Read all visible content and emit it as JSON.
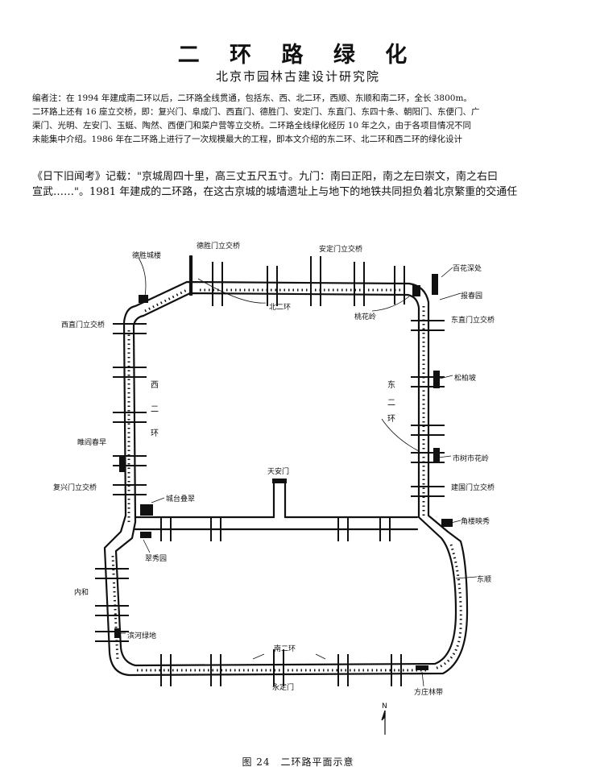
{
  "title": "二 环 路 绿 化",
  "subtitle": "北京市园林古建设计研究院",
  "editor_note_lines": [
    "编者注：在 1994 年建成南二环以后，二环路全线贯通，包括东、西、北二环，西顺、东顺和南二环，全长 3800m。",
    "二环路上还有 16 座立交桥，即：复兴门、阜成门、西直门、德胜门、安定门、东直门、东四十条、朝阳门、东便门、广",
    "渠门、光明、左安门、玉蜓、陶然、西便门和菜户营等立交桥。二环路全线绿化经历 10 年之久，由于各项目情况不同",
    "未能集中介绍。1986 年在二环路上进行了一次规模最大的工程，即本文介绍的东二环、北二环和西二环的绿化设计"
  ],
  "body_lines": [
    "《日下旧闻考》记载：\"京城周四十里，高三丈五尺五寸。九门：南曰正阳，南之左曰崇文，南之右曰",
    "宣武……\"。1981 年建成的二环路，在这古京城的城墙遗址上与地下的地铁共同担负着北京繁重的交通任"
  ],
  "map_labels": {
    "xizhi_chenghu": "德胜城楼",
    "deshengmen": "德胜门立交桥",
    "andingmen": "安定门立交桥",
    "baihua": "百花深处",
    "bei_erhuan": "北二环",
    "taohualing": "桃花岭",
    "bochun": "报春园",
    "xizhimen": "西直门立交桥",
    "dongzhimen": "东直门立交桥",
    "songbo": "松柏坡",
    "xi": "西",
    "er": "二",
    "huan": "环",
    "dong": "东",
    "dong_er": "二",
    "dong_huan": "环",
    "qixia": "睢阎春早",
    "shijie": "市树市花岭",
    "tiananmen": "天安门",
    "fuxingmen": "复兴门立交桥",
    "chengtai": "城台叠翠",
    "jianguomen": "建国门立交桥",
    "jiaolou": "角楼映秀",
    "cuixiu": "翠秀园",
    "neihe": "内和",
    "dongbin": "东顺",
    "binhe": "滨河绿地",
    "nan_erhuan": "南二环",
    "yongdingmen": "永定门",
    "fangzhuang": "方庄林带"
  },
  "north": "N",
  "caption": "图 24　二环路平面示意"
}
